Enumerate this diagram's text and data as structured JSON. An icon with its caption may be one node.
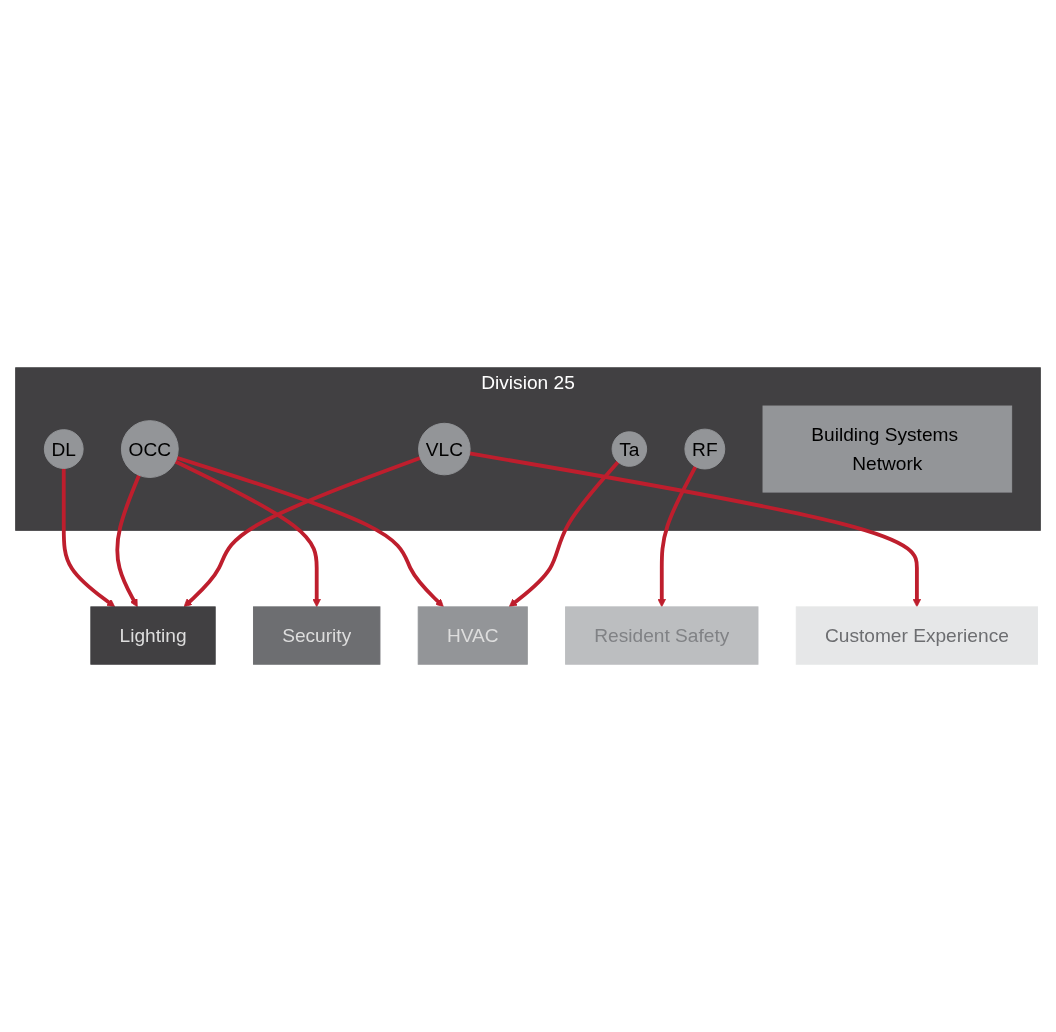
{
  "diagram": {
    "nodes": [
      {
        "text": [
          "Division 25"
        ]
      },
      {
        "text": [
          "DL"
        ],
        "in": 0
      },
      {
        "text": [
          "OCC"
        ],
        "in": 0
      },
      {
        "text": [
          "Ta"
        ],
        "in": 0
      },
      {
        "text": [
          "RF"
        ],
        "in": 0
      },
      {
        "text": [
          "VLC"
        ],
        "in": 0
      },
      {
        "text": [
          "Building Systems Network"
        ],
        "in": 0
      },
      {
        "text": [
          "Lighting"
        ]
      },
      {
        "text": [
          "Security"
        ]
      },
      {
        "text": [
          "HVAC"
        ]
      },
      {
        "text": [
          "Resident Safety"
        ]
      },
      {
        "text": [
          "Customer Experience"
        ]
      }
    ],
    "edges": [
      {
        "from": 1,
        "to": 7,
        "arrow": "to"
      },
      {
        "from": 2,
        "to": 7,
        "arrow": "to"
      },
      {
        "from": 5,
        "to": 7,
        "arrow": "to"
      },
      {
        "from": 2,
        "to": 8,
        "arrow": "to"
      },
      {
        "from": 2,
        "to": 9,
        "arrow": "to"
      },
      {
        "from": 3,
        "to": 9,
        "arrow": "to"
      },
      {
        "from": 4,
        "to": 10,
        "arrow": "to"
      },
      {
        "from": 5,
        "to": 11,
        "arrow": "to"
      }
    ]
  }
}
